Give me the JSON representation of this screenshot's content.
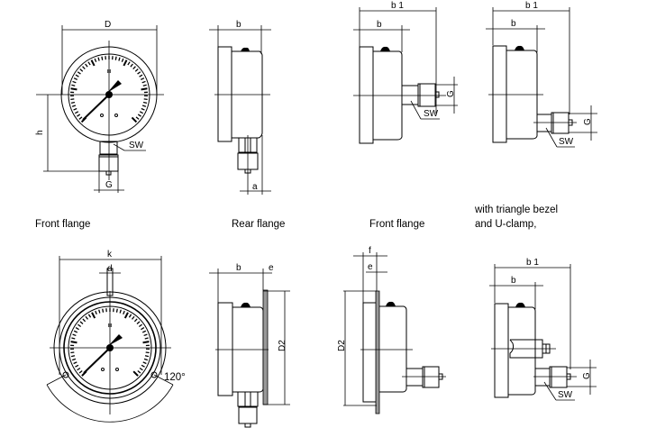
{
  "views": {
    "front_gauge": {
      "dim_D": "D",
      "dim_h": "h",
      "dim_SW": "SW",
      "dim_G": "G"
    },
    "side_bottom": {
      "dim_b": "b",
      "dim_a": "a"
    },
    "side_back_1": {
      "dim_b1": "b 1",
      "dim_b": "b",
      "dim_G": "G",
      "dim_SW": "SW"
    },
    "side_back_2": {
      "dim_b1": "b 1",
      "dim_b": "b",
      "dim_G": "G",
      "dim_SW": "SW"
    },
    "front_flange_gauge": {
      "dim_k": "k",
      "dim_d": "d",
      "angle": "120°"
    },
    "rear_flange": {
      "dim_b": "b",
      "dim_e": "e",
      "dim_D2": "D2"
    },
    "front_flange": {
      "dim_f": "f",
      "dim_e": "e",
      "dim_D2": "D2"
    },
    "u_clamp": {
      "dim_b1": "b 1",
      "dim_b": "b",
      "dim_G": "G",
      "dim_SW": "SW"
    }
  },
  "captions": {
    "front_flange_1": "Front flange",
    "rear_flange": "Rear flange",
    "front_flange_2": "Front flange",
    "u_clamp_line1": "with triangle bezel",
    "u_clamp_line2": "and U-clamp,"
  }
}
